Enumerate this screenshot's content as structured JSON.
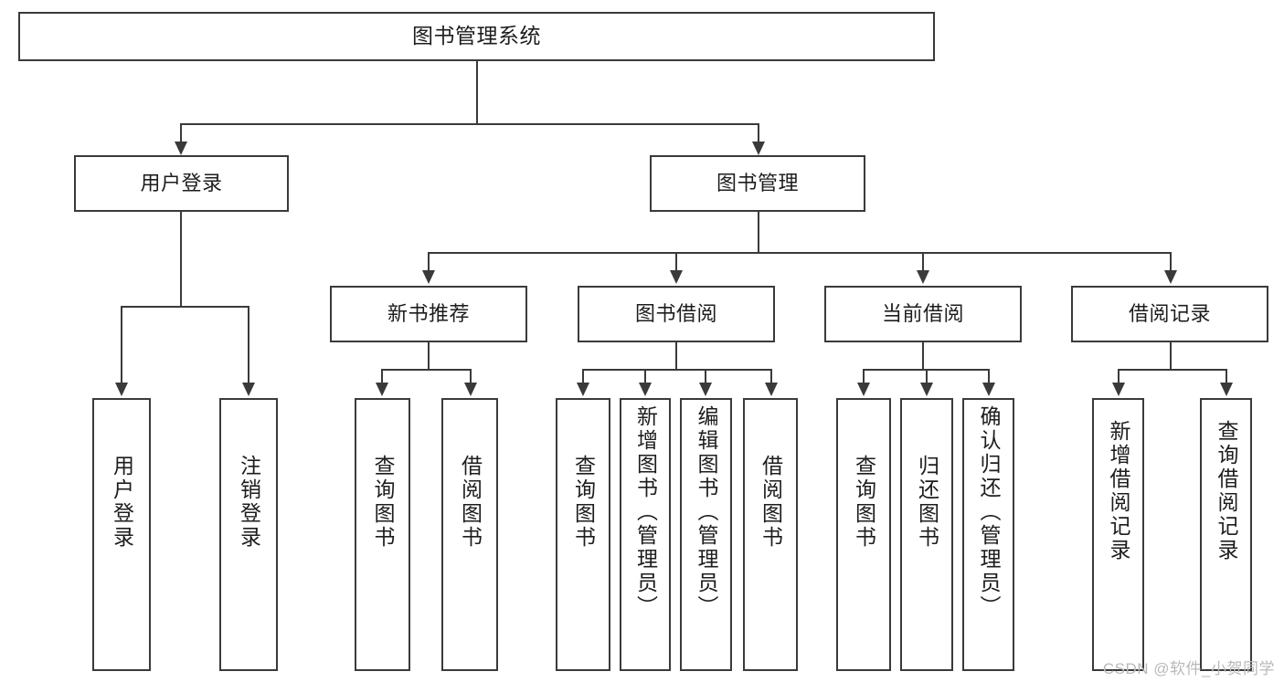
{
  "diagram": {
    "title": "图书管理系统",
    "watermark": "CSDN @软件_小贺同学",
    "type": "tree-hierarchy",
    "orientation": "top-down",
    "node_fill": "#ffffff",
    "node_stroke": "#3a3a3a",
    "text_color": "#1d1d1d",
    "background": "#ffffff"
  },
  "nodes": {
    "root": {
      "label": "图书管理系统",
      "level": 1
    },
    "level2": [
      {
        "id": "user-login",
        "label": "用户登录",
        "level": 2
      },
      {
        "id": "book-manage",
        "label": "图书管理",
        "level": 2
      }
    ],
    "level3": [
      {
        "id": "new-book-recommend",
        "label": "新书推荐",
        "level": 3,
        "parent": "book-manage"
      },
      {
        "id": "book-borrow",
        "label": "图书借阅",
        "level": 3,
        "parent": "book-manage"
      },
      {
        "id": "current-borrow",
        "label": "当前借阅",
        "level": 3,
        "parent": "book-manage"
      },
      {
        "id": "borrow-record",
        "label": "借阅记录",
        "level": 3,
        "parent": "book-manage"
      }
    ],
    "leaves": [
      {
        "id": "leaf-user-login",
        "label": "用户登录",
        "parent": "user-login"
      },
      {
        "id": "leaf-logout",
        "label": "注销登录",
        "parent": "user-login"
      },
      {
        "id": "leaf-query-book-1",
        "label": "查询图书",
        "parent": "new-book-recommend"
      },
      {
        "id": "leaf-borrow-book-1",
        "label": "借阅图书",
        "parent": "new-book-recommend"
      },
      {
        "id": "leaf-query-book-2",
        "label": "查询图书",
        "parent": "book-borrow"
      },
      {
        "id": "leaf-add-book-admin",
        "label": "新增图书（管理员）",
        "parent": "book-borrow"
      },
      {
        "id": "leaf-edit-book-admin",
        "label": "编辑图书（管理员）",
        "parent": "book-borrow"
      },
      {
        "id": "leaf-borrow-book-2",
        "label": "借阅图书",
        "parent": "book-borrow"
      },
      {
        "id": "leaf-query-book-3",
        "label": "查询图书",
        "parent": "current-borrow"
      },
      {
        "id": "leaf-return-book",
        "label": "归还图书",
        "parent": "current-borrow"
      },
      {
        "id": "leaf-confirm-return-admin",
        "label": "确认归还（管理员）",
        "parent": "current-borrow"
      },
      {
        "id": "leaf-add-record",
        "label": "新增借阅记录",
        "parent": "borrow-record"
      },
      {
        "id": "leaf-query-record",
        "label": "查询借阅记录",
        "parent": "borrow-record"
      }
    ]
  }
}
